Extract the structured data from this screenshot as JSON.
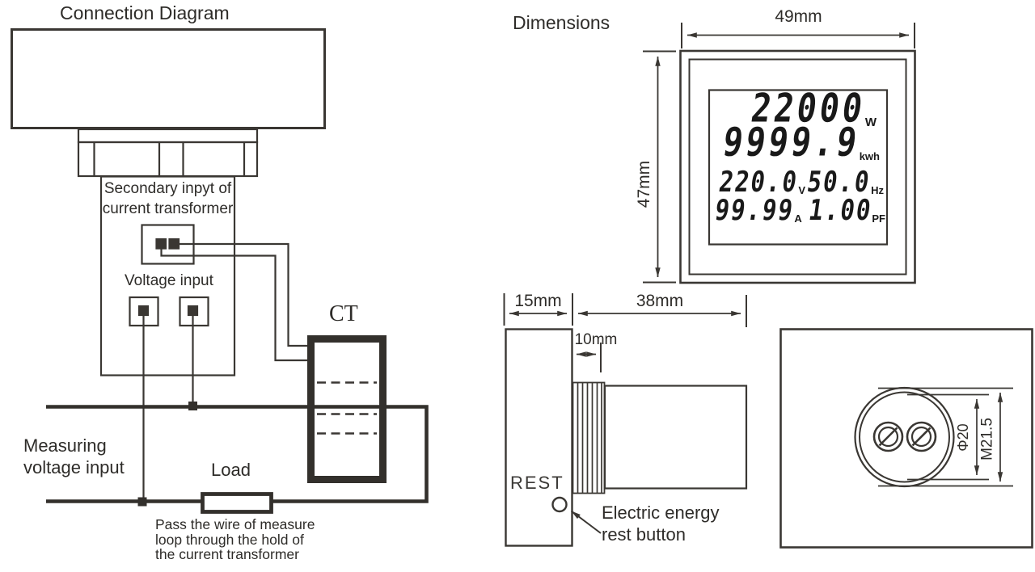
{
  "ink": "#3a3733",
  "connection": {
    "title": "Connection Diagram",
    "secondary_label": "Secondary inpyt of\ncurrent transformer",
    "voltage_label": "Voltage input",
    "ct_label": "CT",
    "measuring_label": "Measuring\nvoltage input",
    "load_label": "Load",
    "loop_note": "Pass the wire of measure\nloop through the hold of\nthe current transformer"
  },
  "dimensions": {
    "title": "Dimensions",
    "width": "49mm",
    "height": "47mm",
    "bezel_depth": "15mm",
    "body_depth": "38mm",
    "thread_length": "10mm",
    "rest_label": "REST",
    "reset_note": "Electric energy\nrest button",
    "hole_diameter": "Φ20",
    "thread_spec": "M21.5",
    "lcd": {
      "row1": {
        "value": "22000",
        "unit": "W"
      },
      "row2": {
        "value": "9999.9",
        "unit": "kwh"
      },
      "row3_left": {
        "value": "220.0",
        "unit": "V"
      },
      "row3_right": {
        "value": "50.0",
        "unit": "Hz"
      },
      "row4_left": {
        "value": "99.99",
        "unit": "A"
      },
      "row4_right": {
        "value": "1.00",
        "unit": "PF"
      }
    }
  }
}
